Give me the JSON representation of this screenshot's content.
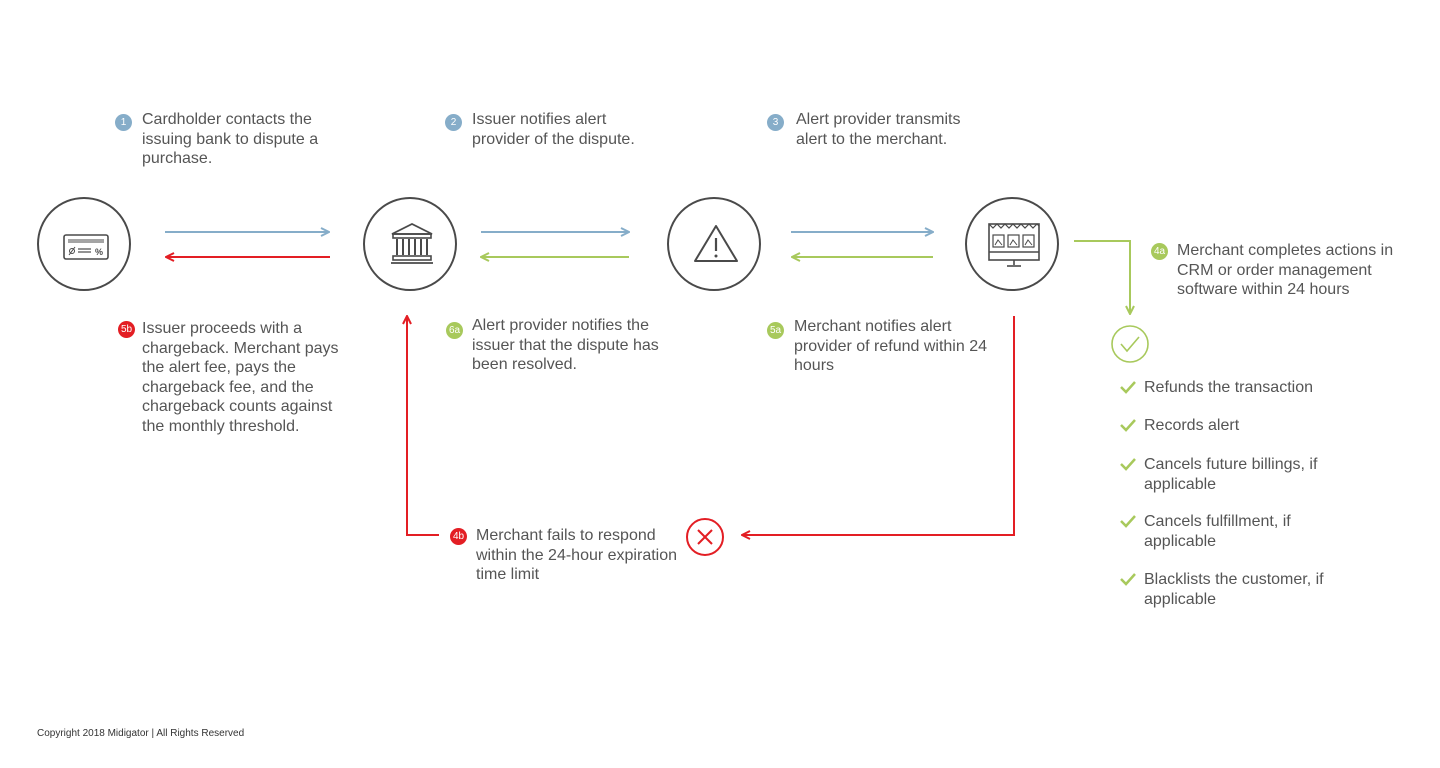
{
  "steps": {
    "s1": {
      "badge": "1",
      "text": "Cardholder contacts the issuing bank to dispute a purchase."
    },
    "s2": {
      "badge": "2",
      "text": "Issuer notifies alert provider of the dispute."
    },
    "s3": {
      "badge": "3",
      "text": "Alert provider transmits alert to the merchant."
    },
    "s4a": {
      "badge": "4a",
      "text": "Merchant completes actions in CRM or order management software within 24 hours"
    },
    "s5a": {
      "badge": "5a",
      "text": "Merchant notifies alert provider of refund within 24 hours"
    },
    "s6a": {
      "badge": "6a",
      "text": "Alert provider notifies the issuer that the dispute has been resolved."
    },
    "s4b": {
      "badge": "4b",
      "text": "Merchant fails to respond within the 24-hour expiration time limit"
    },
    "s5b": {
      "badge": "5b",
      "text": "Issuer proceeds with a chargeback. Merchant pays the alert fee, pays the chargeback fee, and the chargeback counts against the monthly threshold."
    }
  },
  "actions": [
    "Refunds the transaction",
    "Records alert",
    "Cancels future billings, if applicable",
    "Cancels fulfillment, if applicable",
    "Blacklists the customer, if applicable"
  ],
  "icons": {
    "cardholder": "credit-card-icon",
    "issuer": "bank-icon",
    "alert_provider": "warning-triangle-icon",
    "merchant": "storefront-monitor-icon",
    "success": "check-circle-icon",
    "failure": "x-circle-icon"
  },
  "colors": {
    "blue": "#86adc9",
    "green": "#a8c95c",
    "red": "#e31e24",
    "node_stroke": "#4a4a4a",
    "text": "#555555"
  },
  "footer": {
    "copyright": "Copyright 2018 Midigator | All Rights Reserved"
  }
}
